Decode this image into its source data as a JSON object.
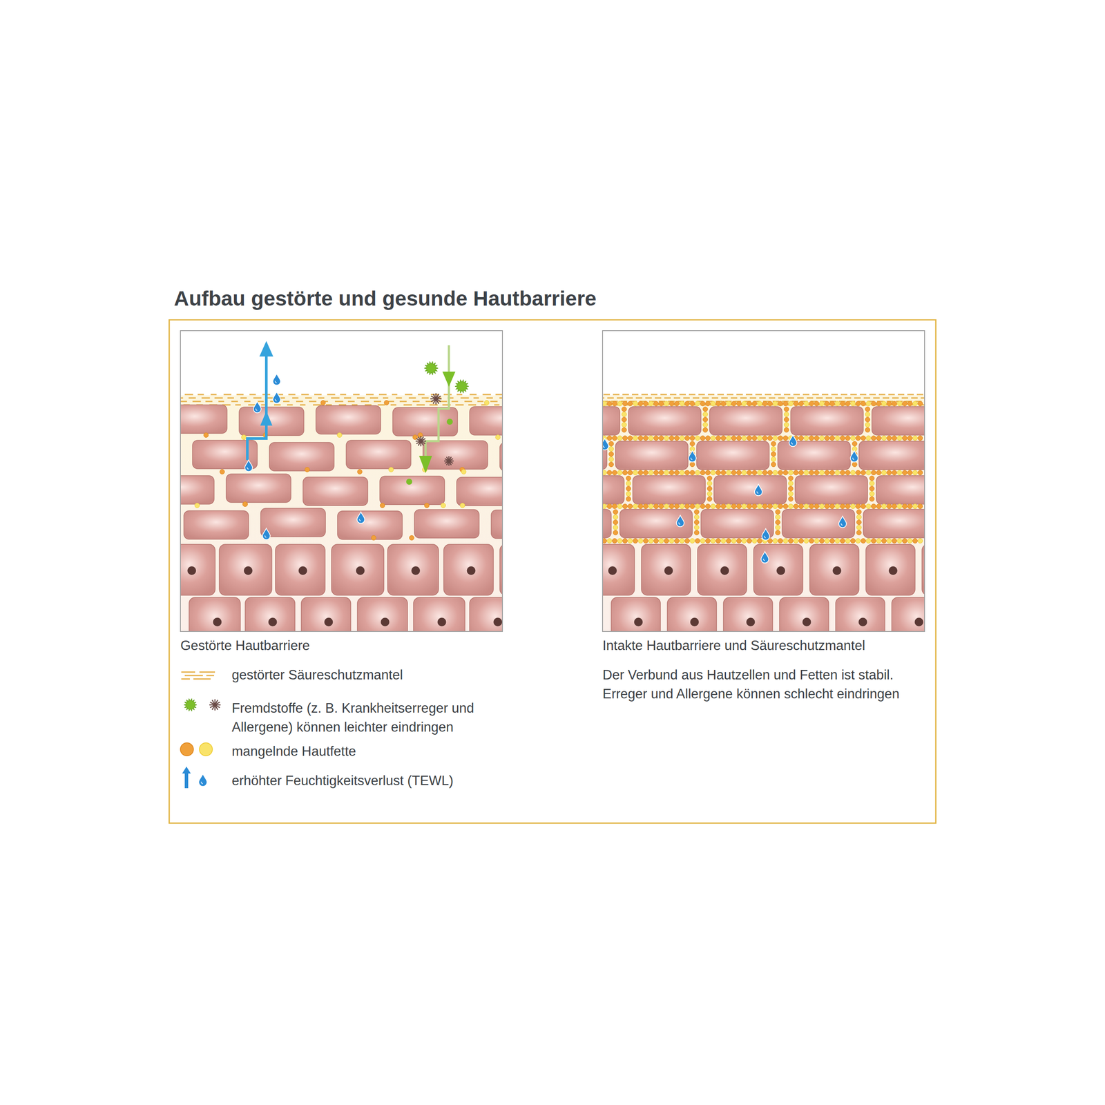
{
  "diagram": {
    "title": "Aufbau gestörte und gesunde Hautbarriere",
    "labels": [
      "Gestörte Hautbarriere",
      "Intakte Hautbarriere und Säureschutzmantel",
      "Der Verbund aus Hautzellen und Fetten ist stabil. Erreger und Allergene können schlecht eindringen"
    ],
    "legend": [
      {
        "text": "gestörter Säureschutzmantel"
      },
      {
        "text": "Fremdstoffe (z. B. Krankheitserreger und Allergene) können leichter eindringen"
      },
      {
        "text": "mangelnde Hautfette"
      },
      {
        "text": "erhöhter Feuchtigkeitsverlust (TEWL)"
      }
    ]
  }
}
